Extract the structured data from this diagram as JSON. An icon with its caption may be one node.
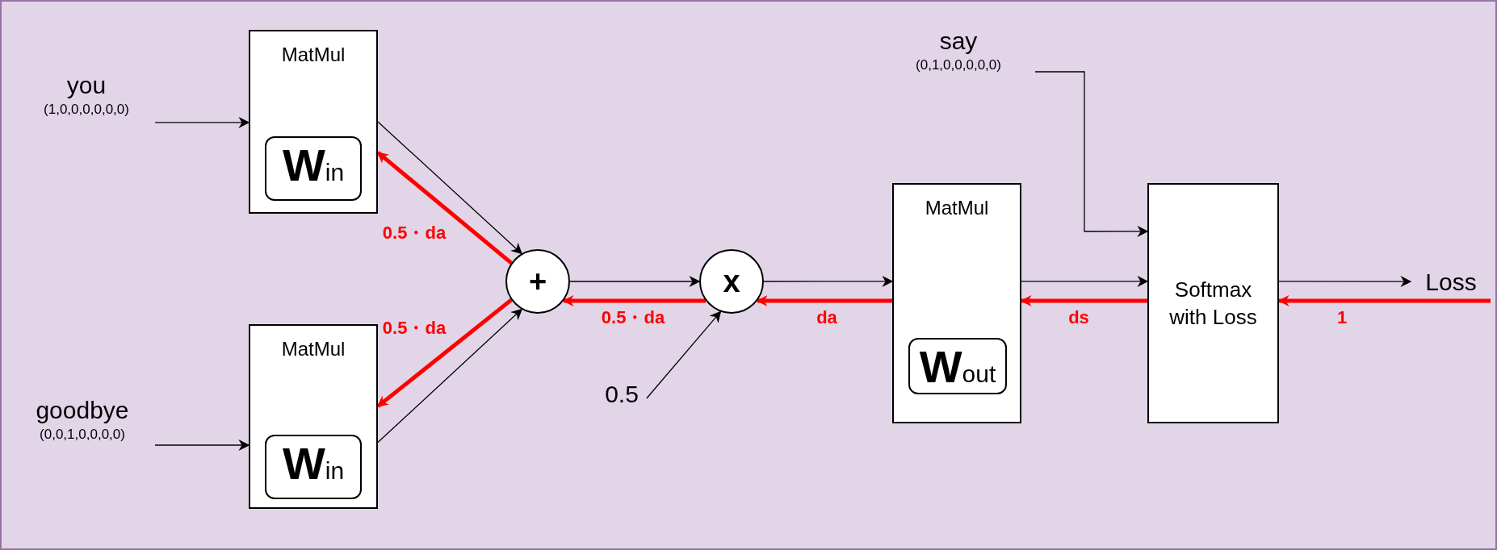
{
  "diagram": {
    "nodes": [
      {
        "text": [
          "you",
          "(1,0,0,0,0,0,0)"
        ]
      },
      {
        "text": [
          "MatMul"
        ]
      },
      {
        "text": [
          "**W**in"
        ],
        "in": 1
      },
      {
        "text": [
          "goodbye",
          "(0,0,1,0,0,0,0)"
        ]
      },
      {
        "text": [
          "MatMul"
        ]
      },
      {
        "text": [
          "**W**in"
        ],
        "in": 4
      },
      {
        "text": [
          "+"
        ]
      },
      {
        "text": [
          "x"
        ]
      },
      {
        "text": [
          "0.5"
        ]
      },
      {
        "text": [
          "say",
          "(0,1,0,0,0,0,0)"
        ]
      },
      {
        "text": [
          "MatMul"
        ]
      },
      {
        "text": [
          "**W**out"
        ],
        "in": 10
      },
      {
        "text": [
          "Softmax with Loss"
        ]
      },
      {
        "text": [
          "Loss"
        ]
      }
    ],
    "edges": [
      {
        "from": 0,
        "to": 1,
        "arrow": "to"
      },
      {
        "from": 1,
        "to": 6,
        "arrow": "to"
      },
      {
        "from": 6,
        "to": 1,
        "arrow": "to",
        "label": "0.5・da",
        "style": "thick",
        "color": "#ff0000"
      },
      {
        "from": 3,
        "to": 4,
        "arrow": "to"
      },
      {
        "from": 4,
        "to": 6,
        "arrow": "to"
      },
      {
        "from": 6,
        "to": 4,
        "arrow": "to",
        "label": "0.5・da",
        "style": "thick",
        "color": "#ff0000"
      },
      {
        "from": 6,
        "to": 7,
        "arrow": "to"
      },
      {
        "from": 7,
        "to": 6,
        "arrow": "to",
        "label": "0.5・da",
        "style": "thick",
        "color": "#ff0000"
      },
      {
        "from": 8,
        "to": 7,
        "arrow": "to"
      },
      {
        "from": 7,
        "to": 10,
        "arrow": "to"
      },
      {
        "from": 10,
        "to": 7,
        "arrow": "to",
        "label": "da",
        "style": "thick",
        "color": "#ff0000"
      },
      {
        "from": 10,
        "to": 12,
        "arrow": "to"
      },
      {
        "from": 12,
        "to": 10,
        "arrow": "to",
        "label": "ds",
        "style": "thick",
        "color": "#ff0000"
      },
      {
        "from": 9,
        "to": 12,
        "arrow": "to"
      },
      {
        "from": 12,
        "to": 13,
        "arrow": "to"
      },
      {
        "from": 13,
        "to": 12,
        "arrow": "to",
        "label": "1",
        "style": "thick",
        "color": "#ff0000"
      }
    ]
  }
}
